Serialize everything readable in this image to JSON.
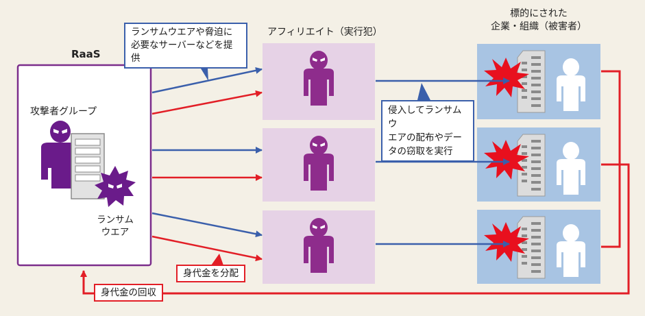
{
  "raas": {
    "title": "RaaS",
    "group_label": "攻撃者グループ",
    "ransomware_label_1": "ランサム",
    "ransomware_label_2": "ウエア"
  },
  "affiliate": {
    "title": "アフィリエイト（実行犯）"
  },
  "target": {
    "title_line1": "標的にされた",
    "title_line2": "企業・組織（被害者）"
  },
  "callouts": {
    "provide_line1": "ランサムウエアや脅迫に",
    "provide_line2": "必要なサーバーなどを提供",
    "attack_line1": "侵入してランサムウ",
    "attack_line2": "エアの配布やデー",
    "attack_line3": "タの窃取を実行",
    "distribute": "身代金を分配",
    "collect": "身代金の回収"
  },
  "icons": [
    "attacker-icon",
    "server-icon",
    "virus-icon",
    "building-icon",
    "burst-icon",
    "victim-icon"
  ],
  "colors": {
    "blue_arrow": "#3a5fab",
    "red_arrow": "#e21e26",
    "raas_border": "#7b2d8b",
    "attacker": "#6a1b8a",
    "affiliate_box": "#e6d2e6",
    "affiliate_person": "#8e2c8c",
    "target_box": "#a8c4e3"
  }
}
